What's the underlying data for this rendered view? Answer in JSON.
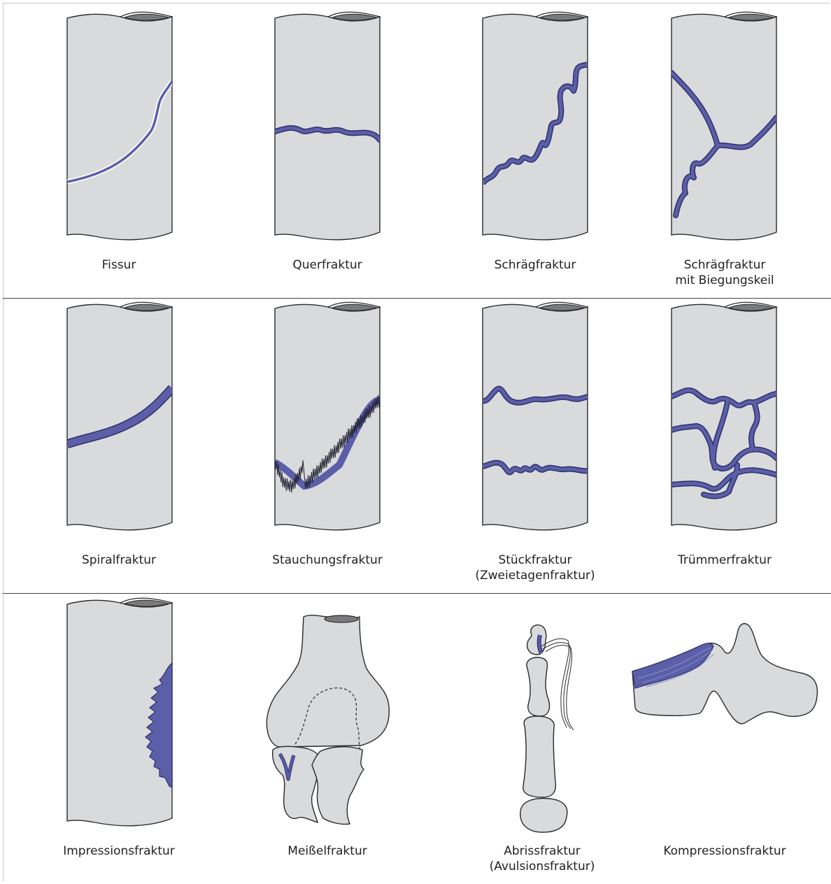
{
  "colors": {
    "bone_fill": "#d9dadc",
    "bone_stroke": "#2a2a2a",
    "marrow": "#7a7a7c",
    "fracture": "#5b5fa8",
    "fracture_stroke": "#2d2f6a"
  },
  "rows": [
    {
      "items": [
        {
          "type": "fissure",
          "label": "Fissur"
        },
        {
          "type": "transverse",
          "label": "Querfraktur"
        },
        {
          "type": "oblique",
          "label": "Schrägfraktur"
        },
        {
          "type": "wedge",
          "label": "Schrägfraktur\nmit Biegungskeil"
        }
      ]
    },
    {
      "items": [
        {
          "type": "spiral",
          "label": "Spiralfraktur"
        },
        {
          "type": "impacted",
          "label": "Stauchungsfraktur"
        },
        {
          "type": "segmental",
          "label": "Stückfraktur\n(Zweietagenfraktur)"
        },
        {
          "type": "comminuted",
          "label": "Trümmerfraktur"
        }
      ]
    },
    {
      "items": [
        {
          "type": "depression",
          "label": "Impressionsfraktur"
        },
        {
          "type": "chisel",
          "label": "Meißelfraktur"
        },
        {
          "type": "avulsion",
          "label": "Abrissfraktur\n(Avulsionsfraktur)"
        },
        {
          "type": "compression",
          "label": "Kompressionsfraktur"
        }
      ]
    }
  ]
}
